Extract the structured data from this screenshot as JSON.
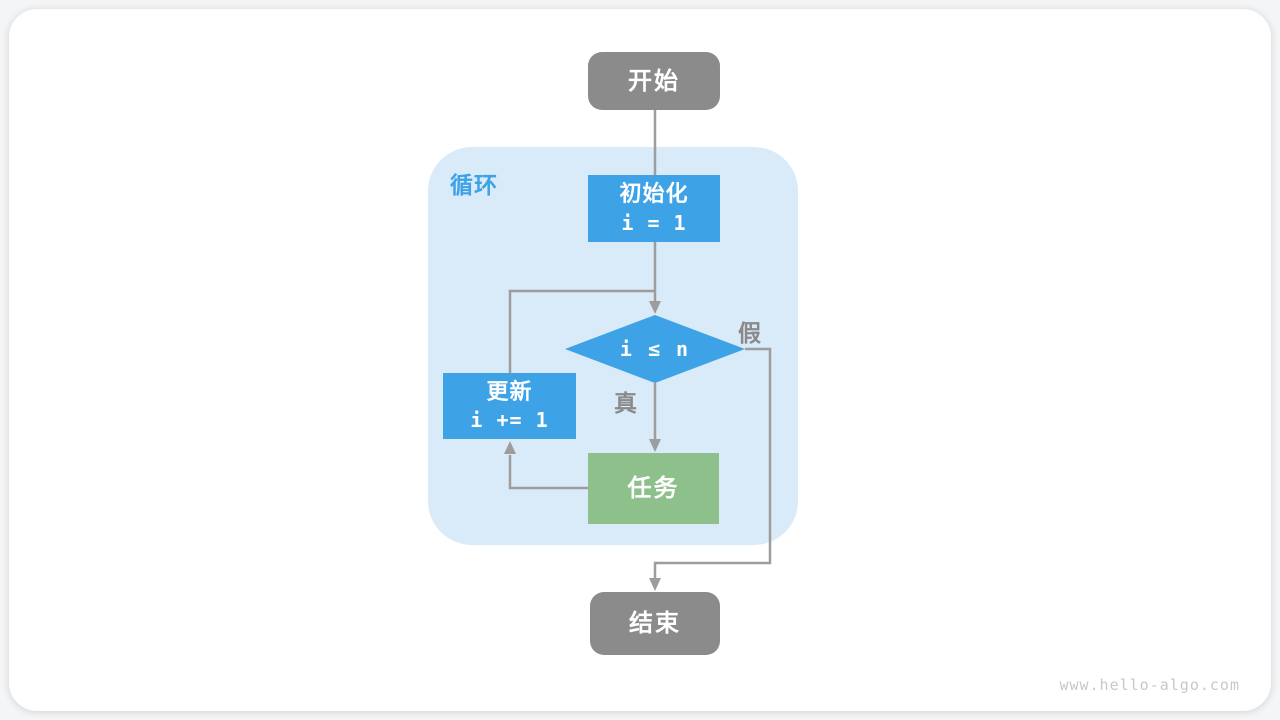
{
  "page": {
    "watermark": "www.hello-algo.com"
  },
  "flowchart": {
    "loop_label": "循环",
    "branch_labels": {
      "true": "真",
      "false": "假"
    },
    "nodes": {
      "start": {
        "label": "开始"
      },
      "init": {
        "title": "初始化",
        "code": "i = 1"
      },
      "condition": {
        "code": "i ≤ n"
      },
      "update": {
        "title": "更新",
        "code": "i += 1"
      },
      "task": {
        "label": "任务"
      },
      "end": {
        "label": "结束"
      }
    },
    "colors": {
      "terminal_fill": "#8B8B8B",
      "process_fill": "#3DA2E6",
      "task_fill": "#8DC08B",
      "loop_container_fill": "#D9EAF8",
      "edge_stroke": "#9D9D9D",
      "branch_label_text": "#8A8A8A",
      "loop_label_text": "#3DA2E6",
      "watermark_text": "#C8C8C8"
    }
  }
}
